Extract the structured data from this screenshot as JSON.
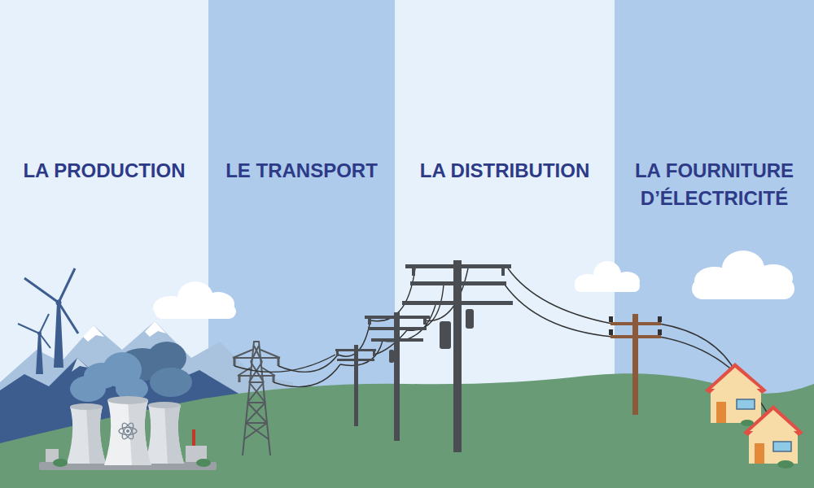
{
  "diagram": {
    "nodes": [
      {
        "text": [
          "LA PRODUCTION"
        ]
      },
      {
        "text": [
          "LE TRANSPORT"
        ]
      },
      {
        "text": [
          "LA DISTRIBUTION"
        ]
      },
      {
        "text": [
          "LA FOURNITURE D’ÉLECTRICITÉ"
        ]
      }
    ]
  }
}
